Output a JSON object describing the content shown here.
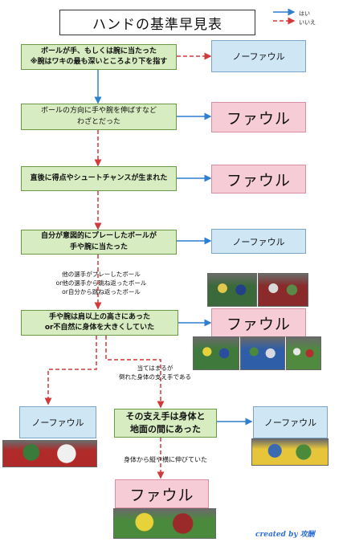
{
  "title": "ハンドの基準早見表",
  "legend": {
    "yes_label": "はい",
    "no_label": "いいえ",
    "yes_color": "#2f7fd0",
    "no_color": "#d03a3a"
  },
  "questions": {
    "q1": [
      "ボールが手、もしくは腕に当たった",
      "※腕はワキの最も深いところより下を指す"
    ],
    "q2": [
      "ボールの方向に手や腕を伸ばすなど",
      "わざとだった"
    ],
    "q3": [
      "直後に得点やシュートチャンスが生まれた"
    ],
    "q4": [
      "自分が意図的にプレーしたボールが",
      "手や腕に当たった"
    ],
    "q5": [
      "手や腕は肩以上の高さにあった",
      "or不自然に身体を大きくしていた"
    ],
    "q6": [
      "その支え手は身体と",
      "地面の間にあった"
    ]
  },
  "notes": {
    "n4": [
      "他の選手がプレーしたボール",
      "or他の選手から跳ね返ったボール",
      "or自分から跳ね返ったボール"
    ],
    "n5": [
      "当てはまるが",
      "倒れた身体の支え手である"
    ],
    "n6": [
      "身体から縦や横に伸びていた"
    ]
  },
  "results": {
    "no_foul": "ノーファウル",
    "foul": "ファウル"
  },
  "photos": {
    "top_right_a": {
      "colors": [
        "#3a6a3a",
        "#e2c84a",
        "#23408a"
      ]
    },
    "top_right_b": {
      "colors": [
        "#8a2a2a",
        "#d9d9d9",
        "#5a8a4a"
      ]
    },
    "mid_a": {
      "colors": [
        "#3f7a3c",
        "#e8d23a",
        "#2b4da0"
      ]
    },
    "mid_b": {
      "colors": [
        "#2e5ea8",
        "#4a8a3a",
        "#d8d8e0"
      ]
    },
    "mid_c": {
      "colors": [
        "#4f8a3f",
        "#e7e7e7",
        "#b03030"
      ]
    },
    "left_a": {
      "colors": [
        "#b02a2a",
        "#3a7a3a",
        "#f0f0f0"
      ]
    },
    "right_a": {
      "colors": [
        "#e6c53a",
        "#3a6ab0",
        "#4b8a3b"
      ]
    },
    "bottom_a": {
      "colors": [
        "#4a8a3c",
        "#e7d23a",
        "#9a2a2a"
      ]
    }
  },
  "credit": "created by 攻酬"
}
